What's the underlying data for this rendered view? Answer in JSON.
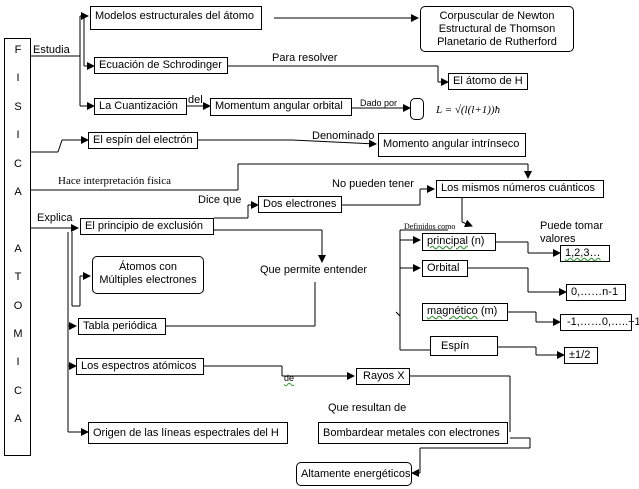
{
  "sidebar": {
    "letters": [
      "F",
      "I",
      "S",
      "I",
      "C",
      "A",
      "",
      "A",
      "T",
      "O",
      "M",
      "I",
      "C",
      "A"
    ]
  },
  "labels": {
    "estudia": "Estudia",
    "para_resolver": "Para resolver",
    "del": "del",
    "dado_por": "Dado por",
    "denominado": "Denominado",
    "hace_interpretacion": "Hace interpretación física",
    "no_pueden_tener": "No pueden tener",
    "explica": "Explica",
    "dice_que": "Dice que",
    "definidos_como": "Definidos como",
    "puede_tomar_valores": "Puede tomar valores",
    "que_permite_entender": "Que permite entender",
    "de": "de",
    "que_resultan_de": "Que resultan de"
  },
  "nodes": {
    "modelos": "Modelos estructurales del átomo",
    "corpuscular": [
      "Corpuscular de Newton",
      "Estructural de Thomson",
      "Planetario de Rutherford"
    ],
    "schrodinger": "Ecuación de Schrodinger",
    "atomo_h": "El átomo de H",
    "cuantizacion": "La Cuantización",
    "momentum": "Momentum angular orbital",
    "formula": "L = √(l(l+1))ħ",
    "espin_electron": "El espín del electrón",
    "momento_intrinseco": "Momento angular intrínseco",
    "mismos_numeros": "Los mismos números cuánticos",
    "exclusion": "El principio de exclusión",
    "dos_electrones": "Dos electrones",
    "principal": "principal",
    "principal_n": " (n)",
    "orbital": "Orbital",
    "magnetico": "magnético",
    "magnetico_m": " (m)",
    "espin": "Espín",
    "val_principal": "1,2,3…",
    "val_orbital": "0,……n-1",
    "val_magnetico": "-1,……0,…..+1",
    "val_espin": "±1/2",
    "multiples": [
      "Átomos con",
      "Múltiples electrones"
    ],
    "tabla": "Tabla periódica",
    "espectros": "Los espectros atómicos",
    "rayos_x": "Rayos X",
    "origen": "Origen de las líneas espectrales del H",
    "bombardear": "Bombardear metales con electrones",
    "energeticos": "Altamente energéticos"
  }
}
